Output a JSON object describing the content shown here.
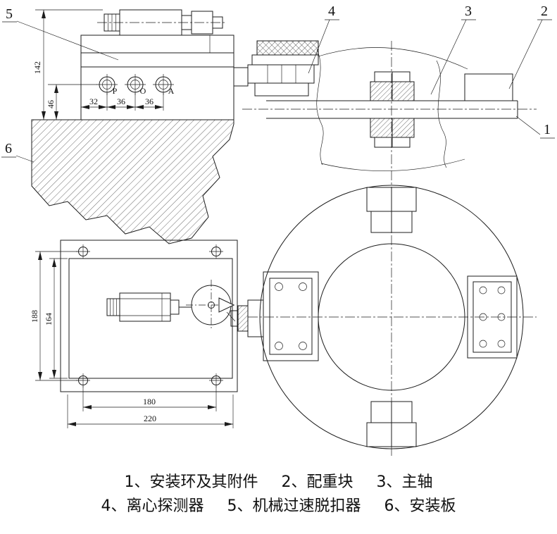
{
  "colors": {
    "background": "#ffffff",
    "line": "#1c1c1c"
  },
  "callouts": {
    "c1": "1",
    "c2": "2",
    "c3": "3",
    "c4": "4",
    "c5": "5",
    "c6": "6"
  },
  "ports": {
    "p": "P",
    "o": "O",
    "a": "A"
  },
  "dims": {
    "trip_height": "142",
    "port_axis_to_base": "46",
    "port_offset": "32",
    "port_pitch_1": "36",
    "port_pitch_2": "36",
    "plate_bolt_span_v": "188",
    "plate_inner_height": "164",
    "plate_bolt_span_h": "180",
    "plate_width": "220"
  },
  "legend": {
    "items": [
      {
        "text": "1、安装环及其附件"
      },
      {
        "text": "2、配重块"
      },
      {
        "text": "3、主轴"
      },
      {
        "text": "4、离心探测器"
      },
      {
        "text": "5、机械过速脱扣器"
      },
      {
        "text": "6、安装板"
      }
    ]
  }
}
